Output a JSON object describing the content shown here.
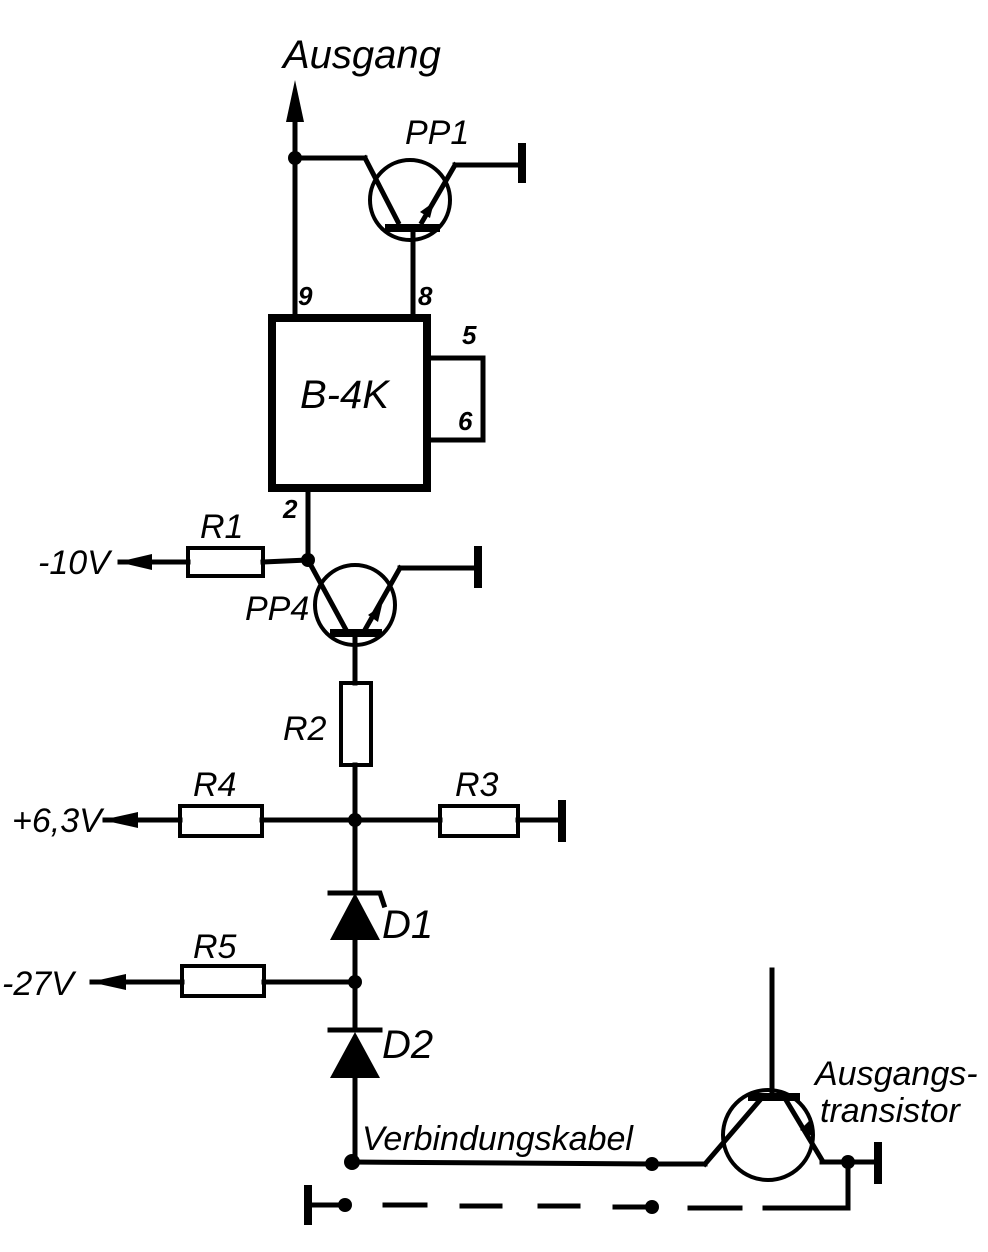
{
  "labels": {
    "output": "Ausgang",
    "pp1": "PP1",
    "pp4": "PP4",
    "ic": "B-4K",
    "pin9": "9",
    "pin8": "8",
    "pin5": "5",
    "pin6": "6",
    "pin2": "2",
    "r1": "R1",
    "r2": "R2",
    "r3": "R3",
    "r4": "R4",
    "r5": "R5",
    "d1": "D1",
    "d2": "D2",
    "v_minus10": "-10V",
    "v_plus63": "+6,3V",
    "v_minus27": "-27V",
    "cable": "Verbindungskabel",
    "out_transistor_1": "Ausgangs-",
    "out_transistor_2": "transistor"
  }
}
